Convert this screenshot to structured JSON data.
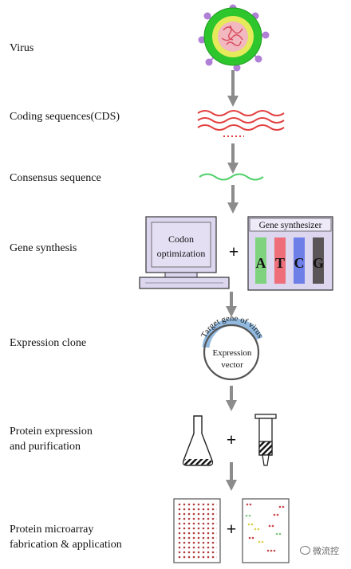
{
  "steps": [
    {
      "label": "Virus"
    },
    {
      "label": "Coding sequences(CDS)"
    },
    {
      "label": "Consensus sequence"
    },
    {
      "label": "Gene synthesis"
    },
    {
      "label": "Expression clone"
    },
    {
      "label": "Protein expression\nand purification"
    },
    {
      "label": "Protein microarray\nfabrication & application"
    }
  ],
  "gene_synthesis": {
    "computer_text_line1": "Codon",
    "computer_text_line2": "optimization",
    "synthesizer_title": "Gene synthesizer",
    "bases": [
      "A",
      "T",
      "C",
      "G"
    ],
    "base_colors": [
      "#7fd37f",
      "#ee6f7a",
      "#6f7fe8",
      "#5a5658"
    ]
  },
  "expression_clone": {
    "arc_text": "Target gene of virus",
    "vector_line1": "Expression",
    "vector_line2": "vector"
  },
  "operator": "+",
  "watermark": "微流控",
  "colors": {
    "arrow": "#8c8c8c",
    "virus_outer": "#2dc62d",
    "virus_inner": "#e6ea5a",
    "virus_core": "#f2b8c0",
    "virus_spike": "#b07fd6",
    "cds_wave": "#e34141",
    "consensus_wave": "#4fd06a",
    "computer_fill": "#dcd6ef",
    "microarray_dot": "#b23a3a"
  }
}
